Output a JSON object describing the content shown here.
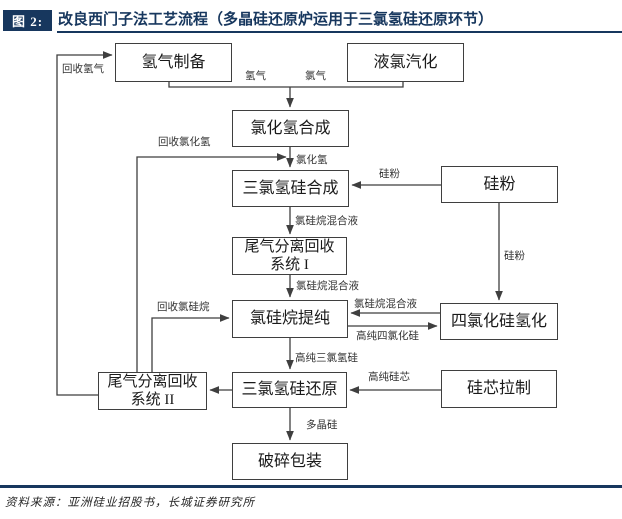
{
  "header": {
    "badge": "图 2:",
    "title": "改良西门子法工艺流程（多晶硅还原炉运用于三氯氢硅还原环节）",
    "accent_color": "#17375e"
  },
  "flowchart": {
    "nodes": {
      "h2_prep": "氢气制备",
      "cl2_vaporize": "液氯汽化",
      "hcl_synthesis": "氯化氢合成",
      "tcs_synthesis": "三氯氢硅合成",
      "si_powder": "硅粉",
      "offgas_system_1": "尾气分离回收\n系统 I",
      "chlorosilane_purify": "氯硅烷提纯",
      "stc_hydrogenation": "四氯化硅氢化",
      "offgas_system_2": "尾气分离回收\n系统 II",
      "tcs_reduction": "三氯氢硅还原",
      "si_core_pulling": "硅芯拉制",
      "crush_package": "破碎包装"
    },
    "edge_labels": {
      "recycled_h2": "回收氢气",
      "h2": "氢气",
      "cl2": "氯气",
      "recycled_hcl": "回收氯化氢",
      "hcl": "氯化氢",
      "si_powder_in": "硅粉",
      "chlorosilane_mix_1": "氯硅烷混合液",
      "chlorosilane_mix_2": "氯硅烷混合液",
      "recycled_chlorosilane": "回收氯硅烷",
      "chlorosilane_mix_3": "氯硅烷混合液",
      "high_purity_stc": "高纯四氯化硅",
      "high_purity_tcs": "高纯三氯氢硅",
      "si_powder_down": "硅粉",
      "high_purity_core": "高纯硅芯",
      "polysilicon": "多晶硅"
    }
  },
  "footer": {
    "source": "资料来源：亚洲硅业招股书，长城证券研究所"
  }
}
